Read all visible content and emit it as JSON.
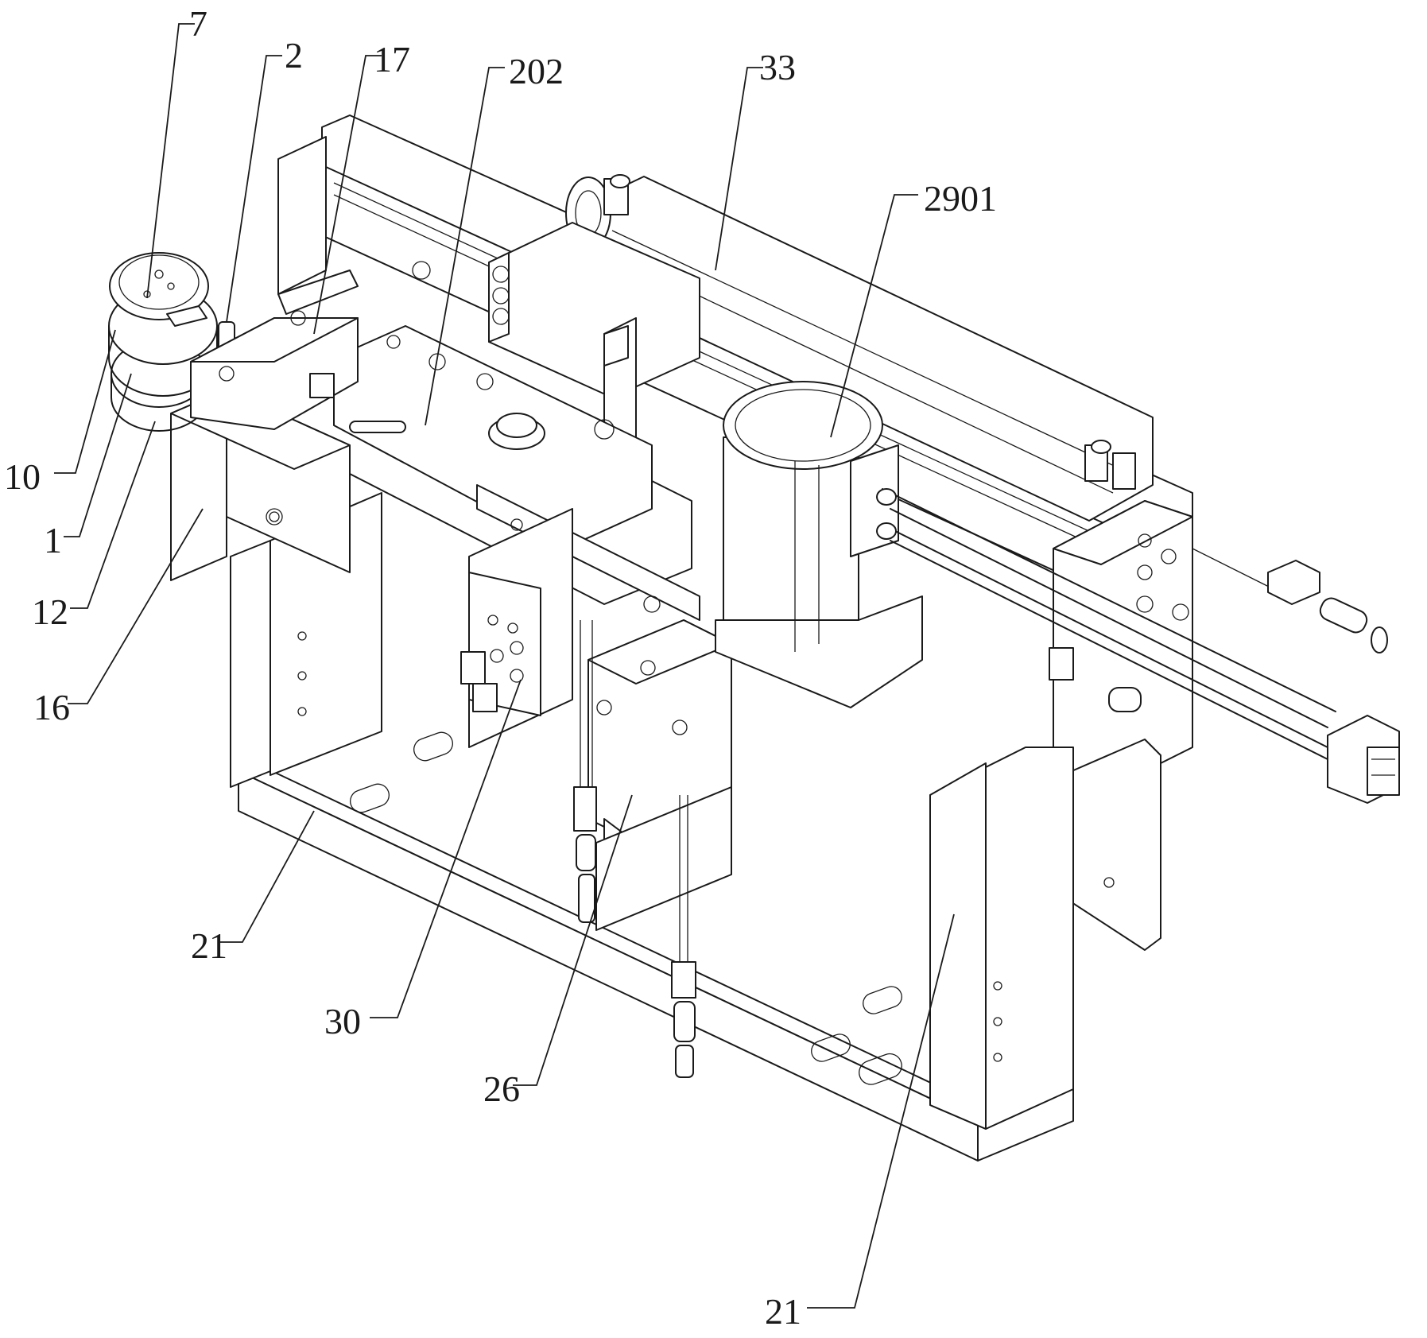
{
  "callouts": [
    {
      "id": "c7",
      "text": "7"
    },
    {
      "id": "c2",
      "text": "2"
    },
    {
      "id": "c17",
      "text": "17"
    },
    {
      "id": "c202",
      "text": "202"
    },
    {
      "id": "c33",
      "text": "33"
    },
    {
      "id": "c2901",
      "text": "2901"
    },
    {
      "id": "c10",
      "text": "10"
    },
    {
      "id": "c1",
      "text": "1"
    },
    {
      "id": "c12",
      "text": "12"
    },
    {
      "id": "c16",
      "text": "16"
    },
    {
      "id": "c21a",
      "text": "21"
    },
    {
      "id": "c30",
      "text": "30"
    },
    {
      "id": "c26",
      "text": "26"
    },
    {
      "id": "c21b",
      "text": "21"
    }
  ]
}
